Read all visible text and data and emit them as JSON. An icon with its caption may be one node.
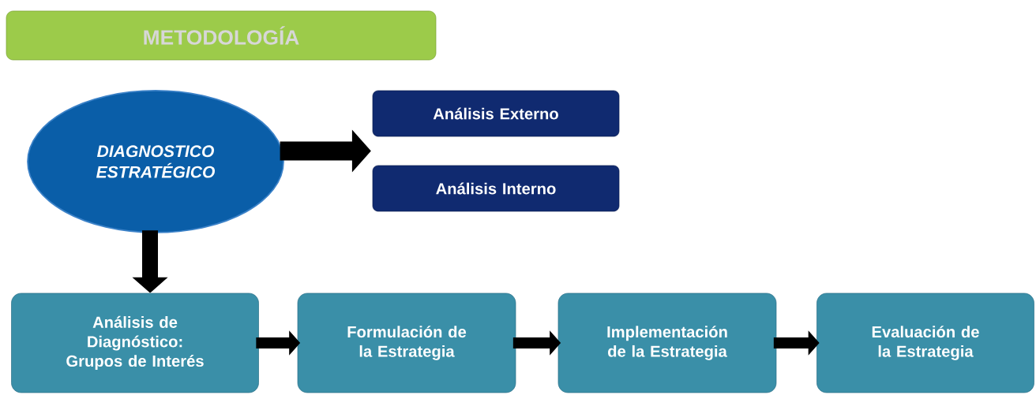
{
  "diagram": {
    "title": "METODOLOGÍA",
    "nodes": [
      {
        "text": [
          "DIAGNOSTICO ESTRATÉGICO"
        ]
      },
      {
        "text": [
          "Análisis Externo"
        ]
      },
      {
        "text": [
          "Análisis Interno"
        ]
      },
      {
        "text": [
          "Análisis de Diagnóstico: Grupos de Interés"
        ]
      },
      {
        "text": [
          "Formulación de la Estrategia"
        ]
      },
      {
        "text": [
          "Implementación de la Estrategia"
        ]
      },
      {
        "text": [
          "Evaluación de la Estrategia"
        ]
      }
    ],
    "edges": [
      {
        "from": 0,
        "to": 1,
        "arrow": "to"
      },
      {
        "from": 0,
        "to": 2,
        "arrow": "to"
      },
      {
        "from": 0,
        "to": 3,
        "arrow": "to"
      },
      {
        "from": 3,
        "to": 4,
        "arrow": "to"
      },
      {
        "from": 4,
        "to": 5,
        "arrow": "to"
      },
      {
        "from": 5,
        "to": 6,
        "arrow": "to"
      }
    ]
  }
}
